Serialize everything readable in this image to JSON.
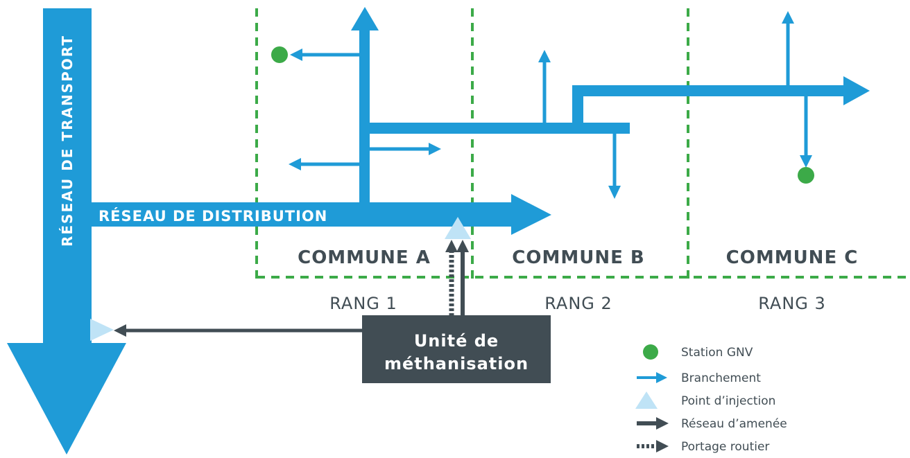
{
  "labels": {
    "transport": "RÉSEAU DE TRANSPORT",
    "distribution": "RÉSEAU DE DISTRIBUTION",
    "commune_a": "COMMUNE A",
    "commune_b": "COMMUNE B",
    "commune_c": "COMMUNE C",
    "rang_1": "RANG 1",
    "rang_2": "RANG 2",
    "rang_3": "RANG 3",
    "unit_line1": "Unité de",
    "unit_line2": "méthanisation"
  },
  "legend": [
    {
      "label": "Station GNV",
      "icon": "green-dot-icon"
    },
    {
      "label": "Branchement",
      "icon": "blue-arrow-icon"
    },
    {
      "label": "Point d’injection",
      "icon": "light-blue-triangle-icon"
    },
    {
      "label": "Réseau d’amenée",
      "icon": "dark-arrow-icon"
    },
    {
      "label": "Portage routier",
      "icon": "dashed-dark-arrow-icon"
    }
  ],
  "colors": {
    "network_blue": "#1f9bd7",
    "injection_light_blue": "#bfe3f6",
    "station_green": "#3caa48",
    "zone_dash_green": "#3caa48",
    "dark_grey": "#414d54"
  }
}
